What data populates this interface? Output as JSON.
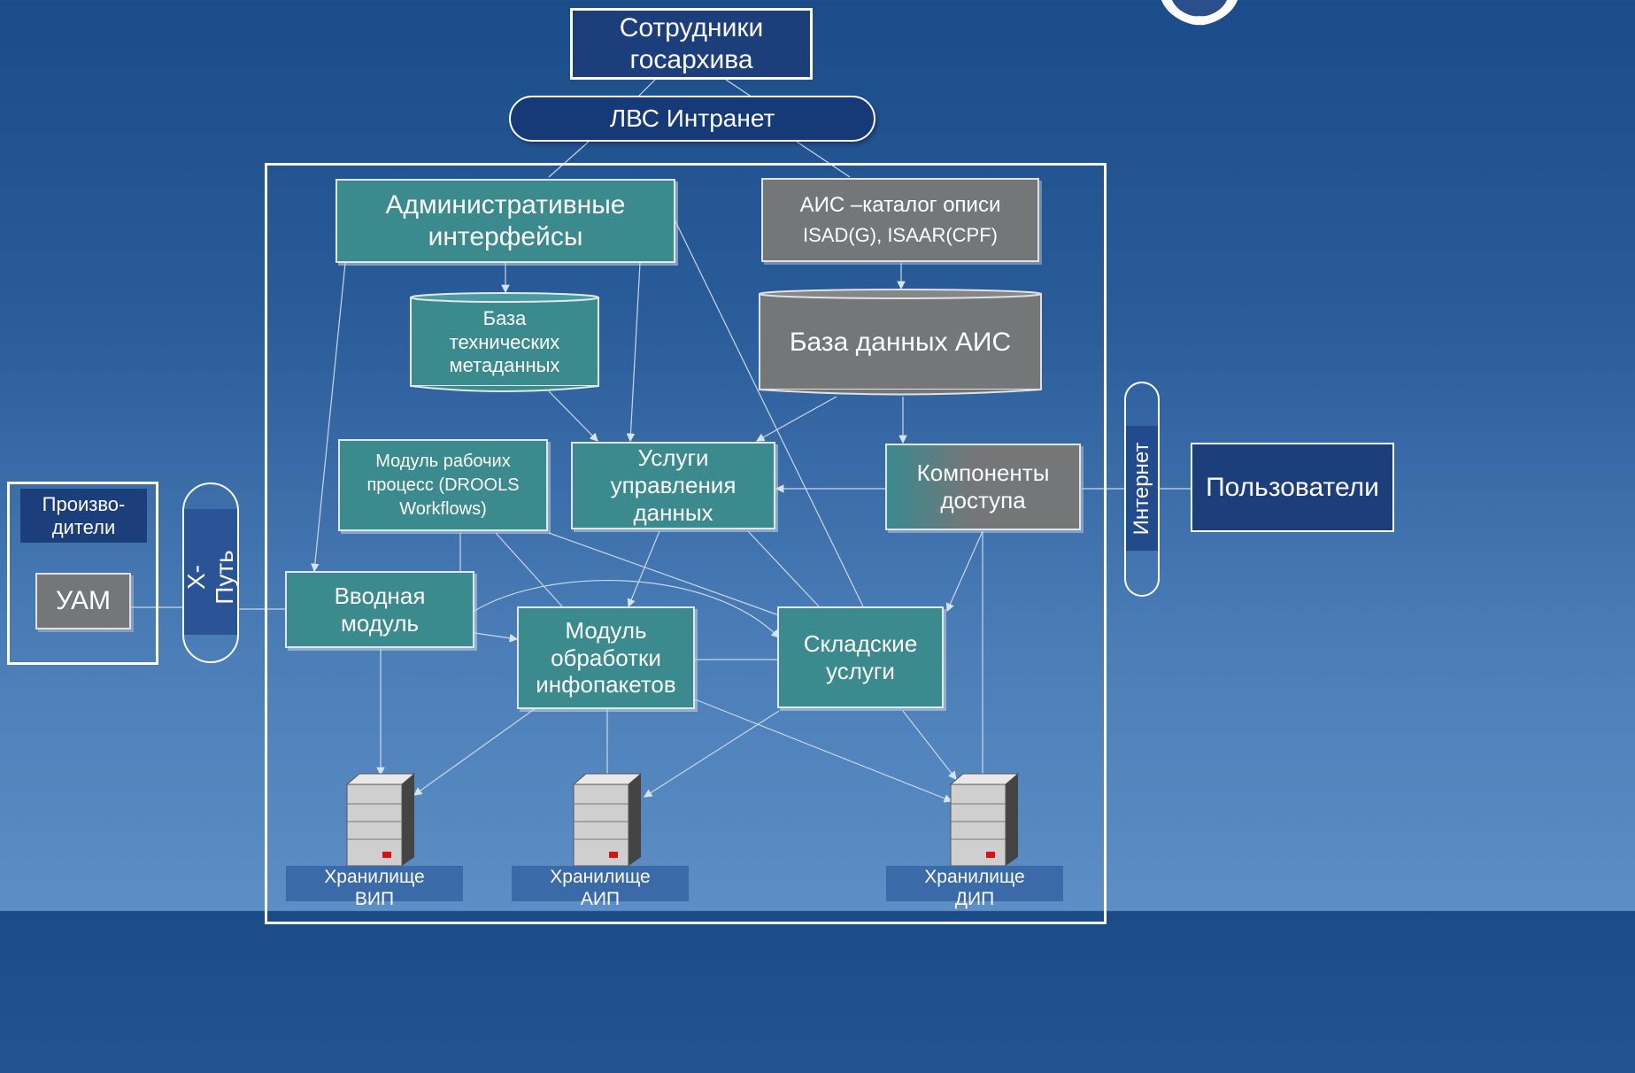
{
  "nodes": {
    "staff": "Сотрудники госархива",
    "lan": "ЛВС Интранет",
    "admin": "Административные интерфейсы",
    "ais_catalog_line1": "АИС –каталог описи",
    "ais_catalog_line2": "ISAD(G), ISAAR(CPF)",
    "tech_metadata_db": "База технических метаданных",
    "ais_db": "База данных АИС",
    "workflow_module": "Модуль рабочих процесс (DROOLS Workflows)",
    "data_mgmt": "Услуги управления данных",
    "access": "Компоненты доступа",
    "ingest": "Вводная модуль",
    "package_processing": "Модуль обработки инфопакетов",
    "storage_services": "Складские услуги",
    "producers": "Произво-дители",
    "uam": "УАМ",
    "xroad": "X-Путь",
    "internet": "Интернет",
    "users": "Пользователи"
  },
  "storages": {
    "sip": "Хранилище ВИП",
    "aip": "Хранилище АИП",
    "dip": "Хранилище ДИП"
  },
  "colors": {
    "background_top": "#1b4c8a",
    "background_bottom": "#5d8fc6",
    "teal_box": "#3a8a8e",
    "gray_box": "#757678",
    "navy_box": "#1c3f7c"
  },
  "icons": {
    "server": "server-icon",
    "emblem": "emblem-icon"
  }
}
